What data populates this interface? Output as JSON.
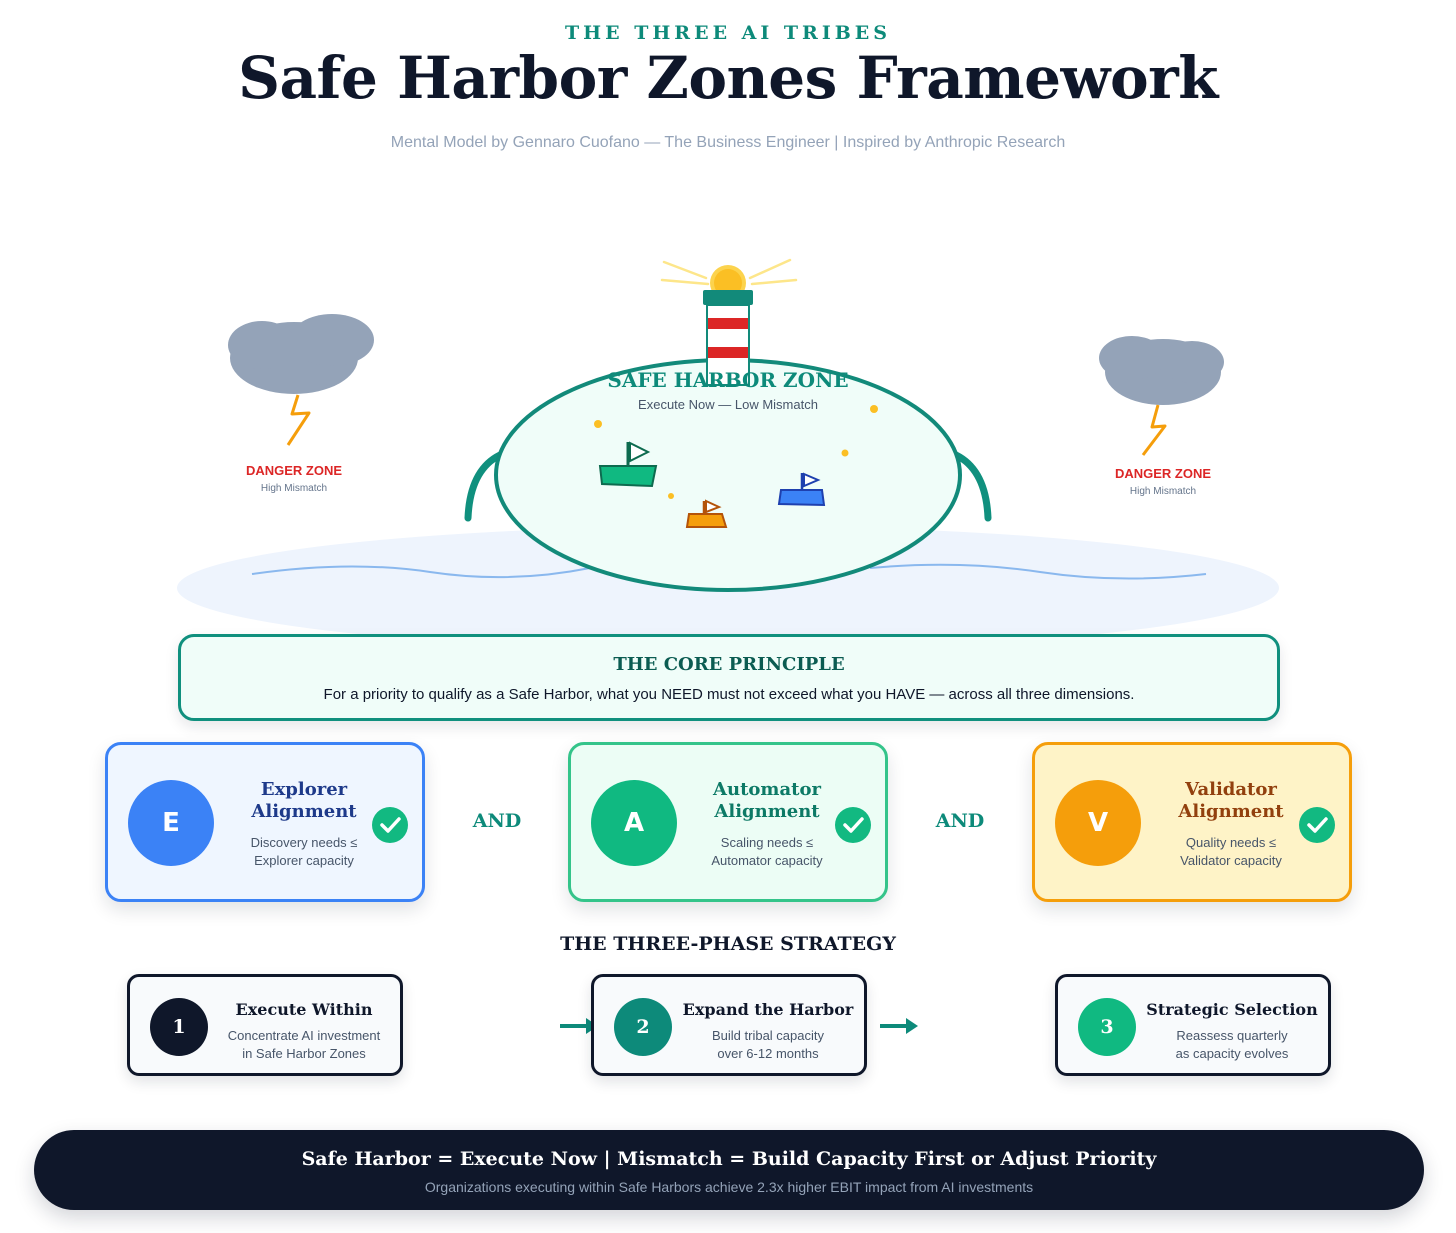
{
  "header": {
    "eyebrow": "THE THREE AI TRIBES",
    "title": "Safe Harbor Zones Framework",
    "subtitle": "Mental Model by Gennaro Cuofano — The Business Engineer | Inspired by Anthropic Research"
  },
  "harbor": {
    "title": "SAFE HARBOR ZONE",
    "subtitle": "Execute Now — Low Mismatch"
  },
  "danger_left": {
    "title": "DANGER ZONE",
    "subtitle": "High Mismatch"
  },
  "danger_right": {
    "title": "DANGER ZONE",
    "subtitle": "High Mismatch"
  },
  "principle": {
    "title": "THE CORE PRINCIPLE",
    "text": "For a priority to qualify as a Safe Harbor, what you NEED must not exceed what you HAVE — across all three dimensions."
  },
  "dimensions": [
    {
      "letter": "E",
      "title": "Explorer Alignment",
      "line1": "Discovery needs ≤",
      "line2": "Explorer capacity",
      "color": "#3b82f6",
      "title_color": "#1e3a8a",
      "bg": "#eff6ff",
      "border": "#3b82f6"
    },
    {
      "letter": "A",
      "title": "Automator Alignment",
      "line1": "Scaling needs ≤",
      "line2": "Automator capacity",
      "color": "#10b981",
      "title_color": "#0d7a66",
      "bg": "#ecfdf5",
      "border": "#34c48a"
    },
    {
      "letter": "V",
      "title": "Validator Alignment",
      "line1": "Quality needs ≤",
      "line2": "Validator capacity",
      "color": "#f59e0b",
      "title_color": "#92400e",
      "bg": "#fef3c7",
      "border": "#f59e0b"
    }
  ],
  "connectors": [
    "AND",
    "AND"
  ],
  "strategy": {
    "title": "THE THREE-PHASE STRATEGY",
    "phases": [
      {
        "number": "1",
        "title": "Execute Within",
        "line1": "Concentrate AI investment",
        "line2": "in Safe Harbor Zones",
        "color": "#0f172a"
      },
      {
        "number": "2",
        "title": "Expand the Harbor",
        "line1": "Build tribal capacity",
        "line2": "over 6-12 months",
        "color": "#0d8a7a"
      },
      {
        "number": "3",
        "title": "Strategic Selection",
        "line1": "Reassess quarterly",
        "line2": "as capacity evolves",
        "color": "#10b981"
      }
    ]
  },
  "footer": {
    "main": "Safe Harbor = Execute Now | Mismatch = Build Capacity First or Adjust Priority",
    "sub": "Organizations executing within Safe Harbors achieve 2.3x higher EBIT impact from AI investments"
  },
  "colors": {
    "teal": "#0d8a7a",
    "navy": "#0f172a",
    "danger": "#dc2626",
    "cloud": "#94a3b8",
    "lightning": "#f59e0b"
  }
}
